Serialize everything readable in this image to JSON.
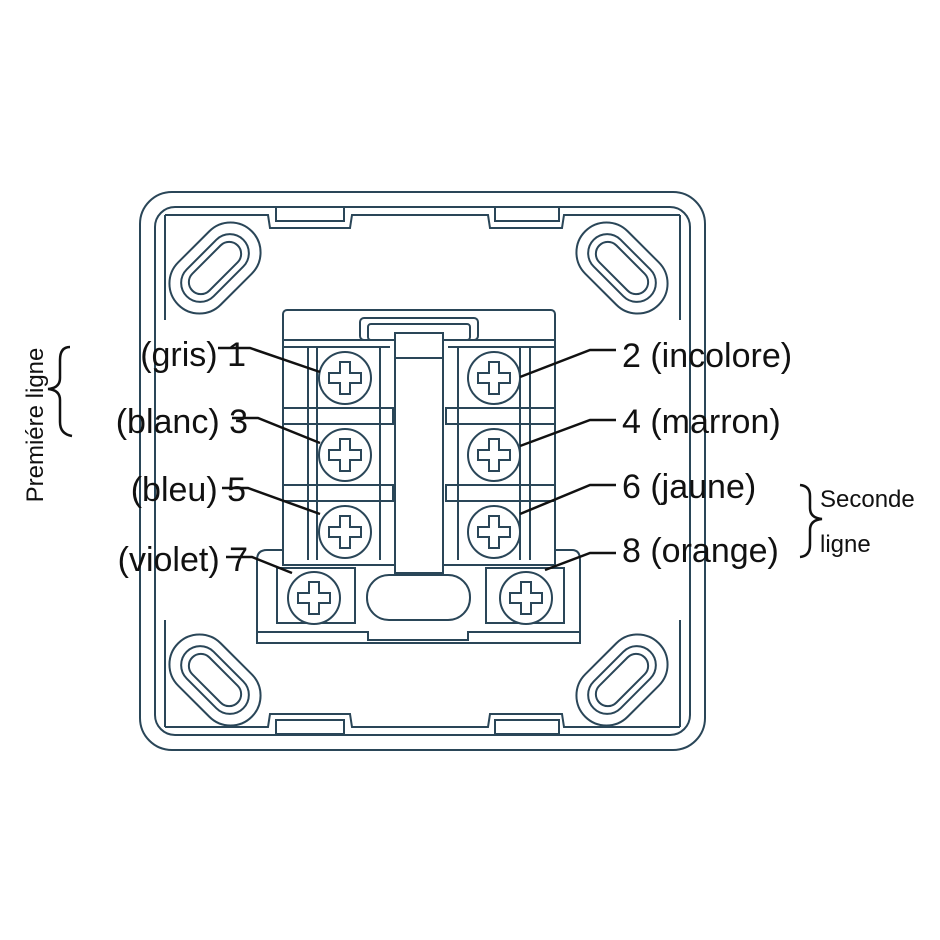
{
  "labels": {
    "left": [
      "(gris) 1",
      "(blanc) 3",
      "(bleu) 5",
      "(violet) 7"
    ],
    "right": [
      "2 (incolore)",
      "4 (marron)",
      "6 (jaune)",
      "8 (orange)"
    ]
  },
  "groups": {
    "first_line": "Premiére ligne",
    "second_line_a": "Seconde",
    "second_line_b": "ligne"
  },
  "colors": {
    "stroke": "#2a4658",
    "text": "#111111"
  }
}
